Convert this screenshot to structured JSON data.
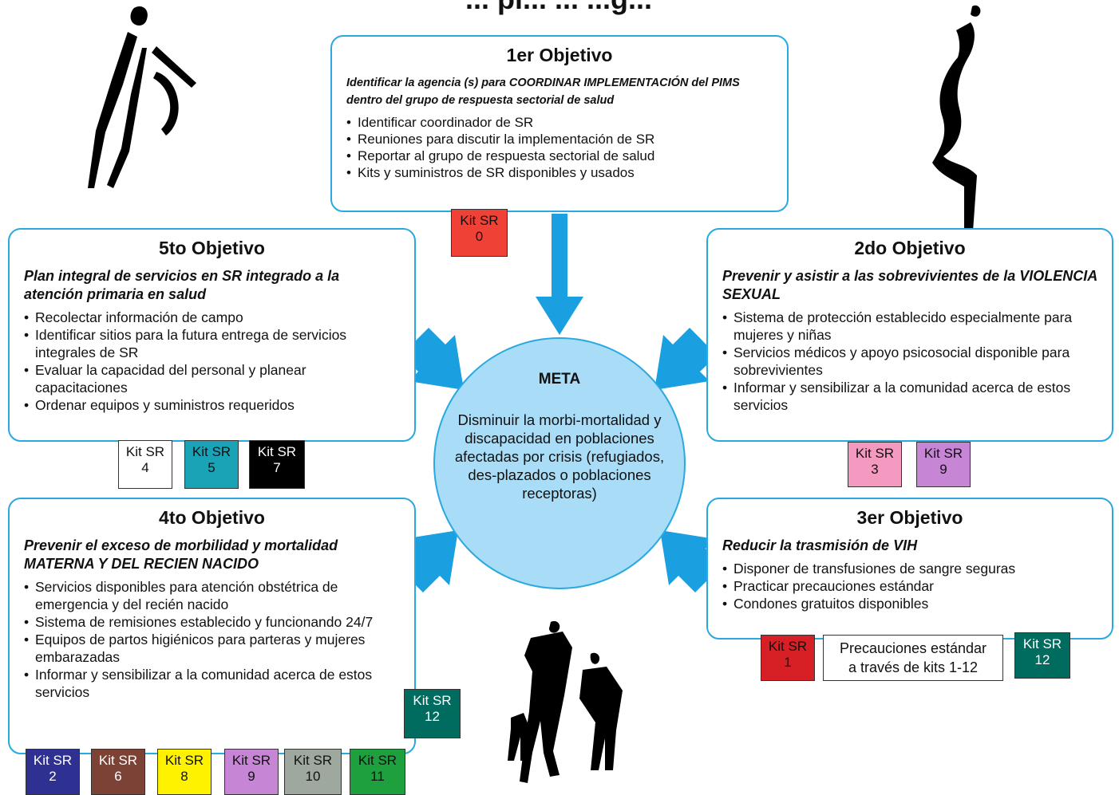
{
  "title": "... pl... ... ...g...",
  "goal": {
    "title": "META",
    "text": "Disminuir la morbi-mortalidad y discapacidad en poblaciones afectadas por crisis (refugiados, des-plazados o poblaciones receptoras)"
  },
  "objectives": [
    {
      "title": "1er Objetivo",
      "subtitle": "Identificar la agencia (s) para COORDINAR IMPLEMENTACIÓN del PIMS dentro del grupo de respuesta sectorial de salud",
      "items": [
        "Identificar coordinador de SR",
        "Reuniones para discutir la implementación de SR",
        "Reportar al grupo de respuesta sectorial de salud",
        "Kits y suministros de SR disponibles y usados"
      ]
    },
    {
      "title": "2do Objetivo",
      "subtitle": "Prevenir y asistir a las sobrevivientes de la VIOLENCIA SEXUAL",
      "items": [
        "Sistema de protección establecido especialmente para mujeres y niñas",
        "Servicios médicos y apoyo psicosocial disponible para sobrevivientes",
        "Informar y sensibilizar a la comunidad acerca de estos servicios"
      ]
    },
    {
      "title": "3er Objetivo",
      "subtitle": "Reducir la trasmisión de VIH",
      "items": [
        "Disponer de transfusiones de sangre seguras",
        "Practicar precauciones estándar",
        "Condones gratuitos disponibles"
      ]
    },
    {
      "title": "4to Objetivo",
      "subtitle": "Prevenir el exceso de morbilidad y mortalidad MATERNA Y DEL RECIEN NACIDO",
      "items": [
        "Servicios disponibles para atención obstétrica de emergencia y del recién nacido",
        "Sistema de remisiones establecido y funcionando 24/7",
        "Equipos de partos higiénicos para parteras y mujeres embarazadas",
        "Informar y sensibilizar a la comunidad acerca de estos servicios"
      ]
    },
    {
      "title": "5to Objetivo",
      "subtitle": "Plan integral de servicios en SR integrado a la atención primaria en salud",
      "items": [
        "Recolectar información de campo",
        "Identificar sitios para la futura entrega de servicios integrales de SR",
        "Evaluar la capacidad del personal y planear capacitaciones",
        "Ordenar equipos y suministros requeridos"
      ]
    }
  ],
  "kits": {
    "k0": {
      "label": "Kit SR",
      "num": "0",
      "bg": "#ef4136",
      "fg": "#111111"
    },
    "k3": {
      "label": "Kit SR",
      "num": "3",
      "bg": "#f49ac1",
      "fg": "#111111"
    },
    "k9a": {
      "label": "Kit SR",
      "num": "9",
      "bg": "#c785d6",
      "fg": "#111111"
    },
    "k1": {
      "label": "Kit SR",
      "num": "1",
      "bg": "#d71f26",
      "fg": "#111111"
    },
    "kstd": {
      "label": "Precauciones estándar",
      "num": "a través de kits 1-12",
      "bg": "#ffffff",
      "fg": "#111111"
    },
    "k12a": {
      "label": "Kit SR",
      "num": "12",
      "bg": "#006b5f",
      "fg": "#ffffff"
    },
    "k4": {
      "label": "Kit SR",
      "num": "4",
      "bg": "#ffffff",
      "fg": "#111111"
    },
    "k5": {
      "label": "Kit SR",
      "num": "5",
      "bg": "#1aa3b6",
      "fg": "#111111"
    },
    "k7": {
      "label": "Kit SR",
      "num": "7",
      "bg": "#000000",
      "fg": "#ffffff"
    },
    "k12b": {
      "label": "Kit SR",
      "num": "12",
      "bg": "#006b5f",
      "fg": "#ffffff"
    },
    "k2": {
      "label": "Kit SR",
      "num": "2",
      "bg": "#2e3192",
      "fg": "#ffffff"
    },
    "k6": {
      "label": "Kit SR",
      "num": "6",
      "bg": "#7d4236",
      "fg": "#ffffff"
    },
    "k8": {
      "label": "Kit SR",
      "num": "8",
      "bg": "#fff200",
      "fg": "#111111"
    },
    "k9b": {
      "label": "Kit SR",
      "num": "9",
      "bg": "#c785d6",
      "fg": "#111111"
    },
    "k10": {
      "label": "Kit SR",
      "num": "10",
      "bg": "#9fa89f",
      "fg": "#111111"
    },
    "k11": {
      "label": "Kit SR",
      "num": "11",
      "bg": "#1fa03f",
      "fg": "#111111"
    }
  },
  "colors": {
    "accent": "#29a9e0",
    "goal_fill": "#a9dcf7",
    "arrow": "#1aa0e0"
  },
  "icons": [
    "pregnant-woman-silhouette-icon",
    "woman-silhouette-icon",
    "family-silhouette-icon"
  ]
}
